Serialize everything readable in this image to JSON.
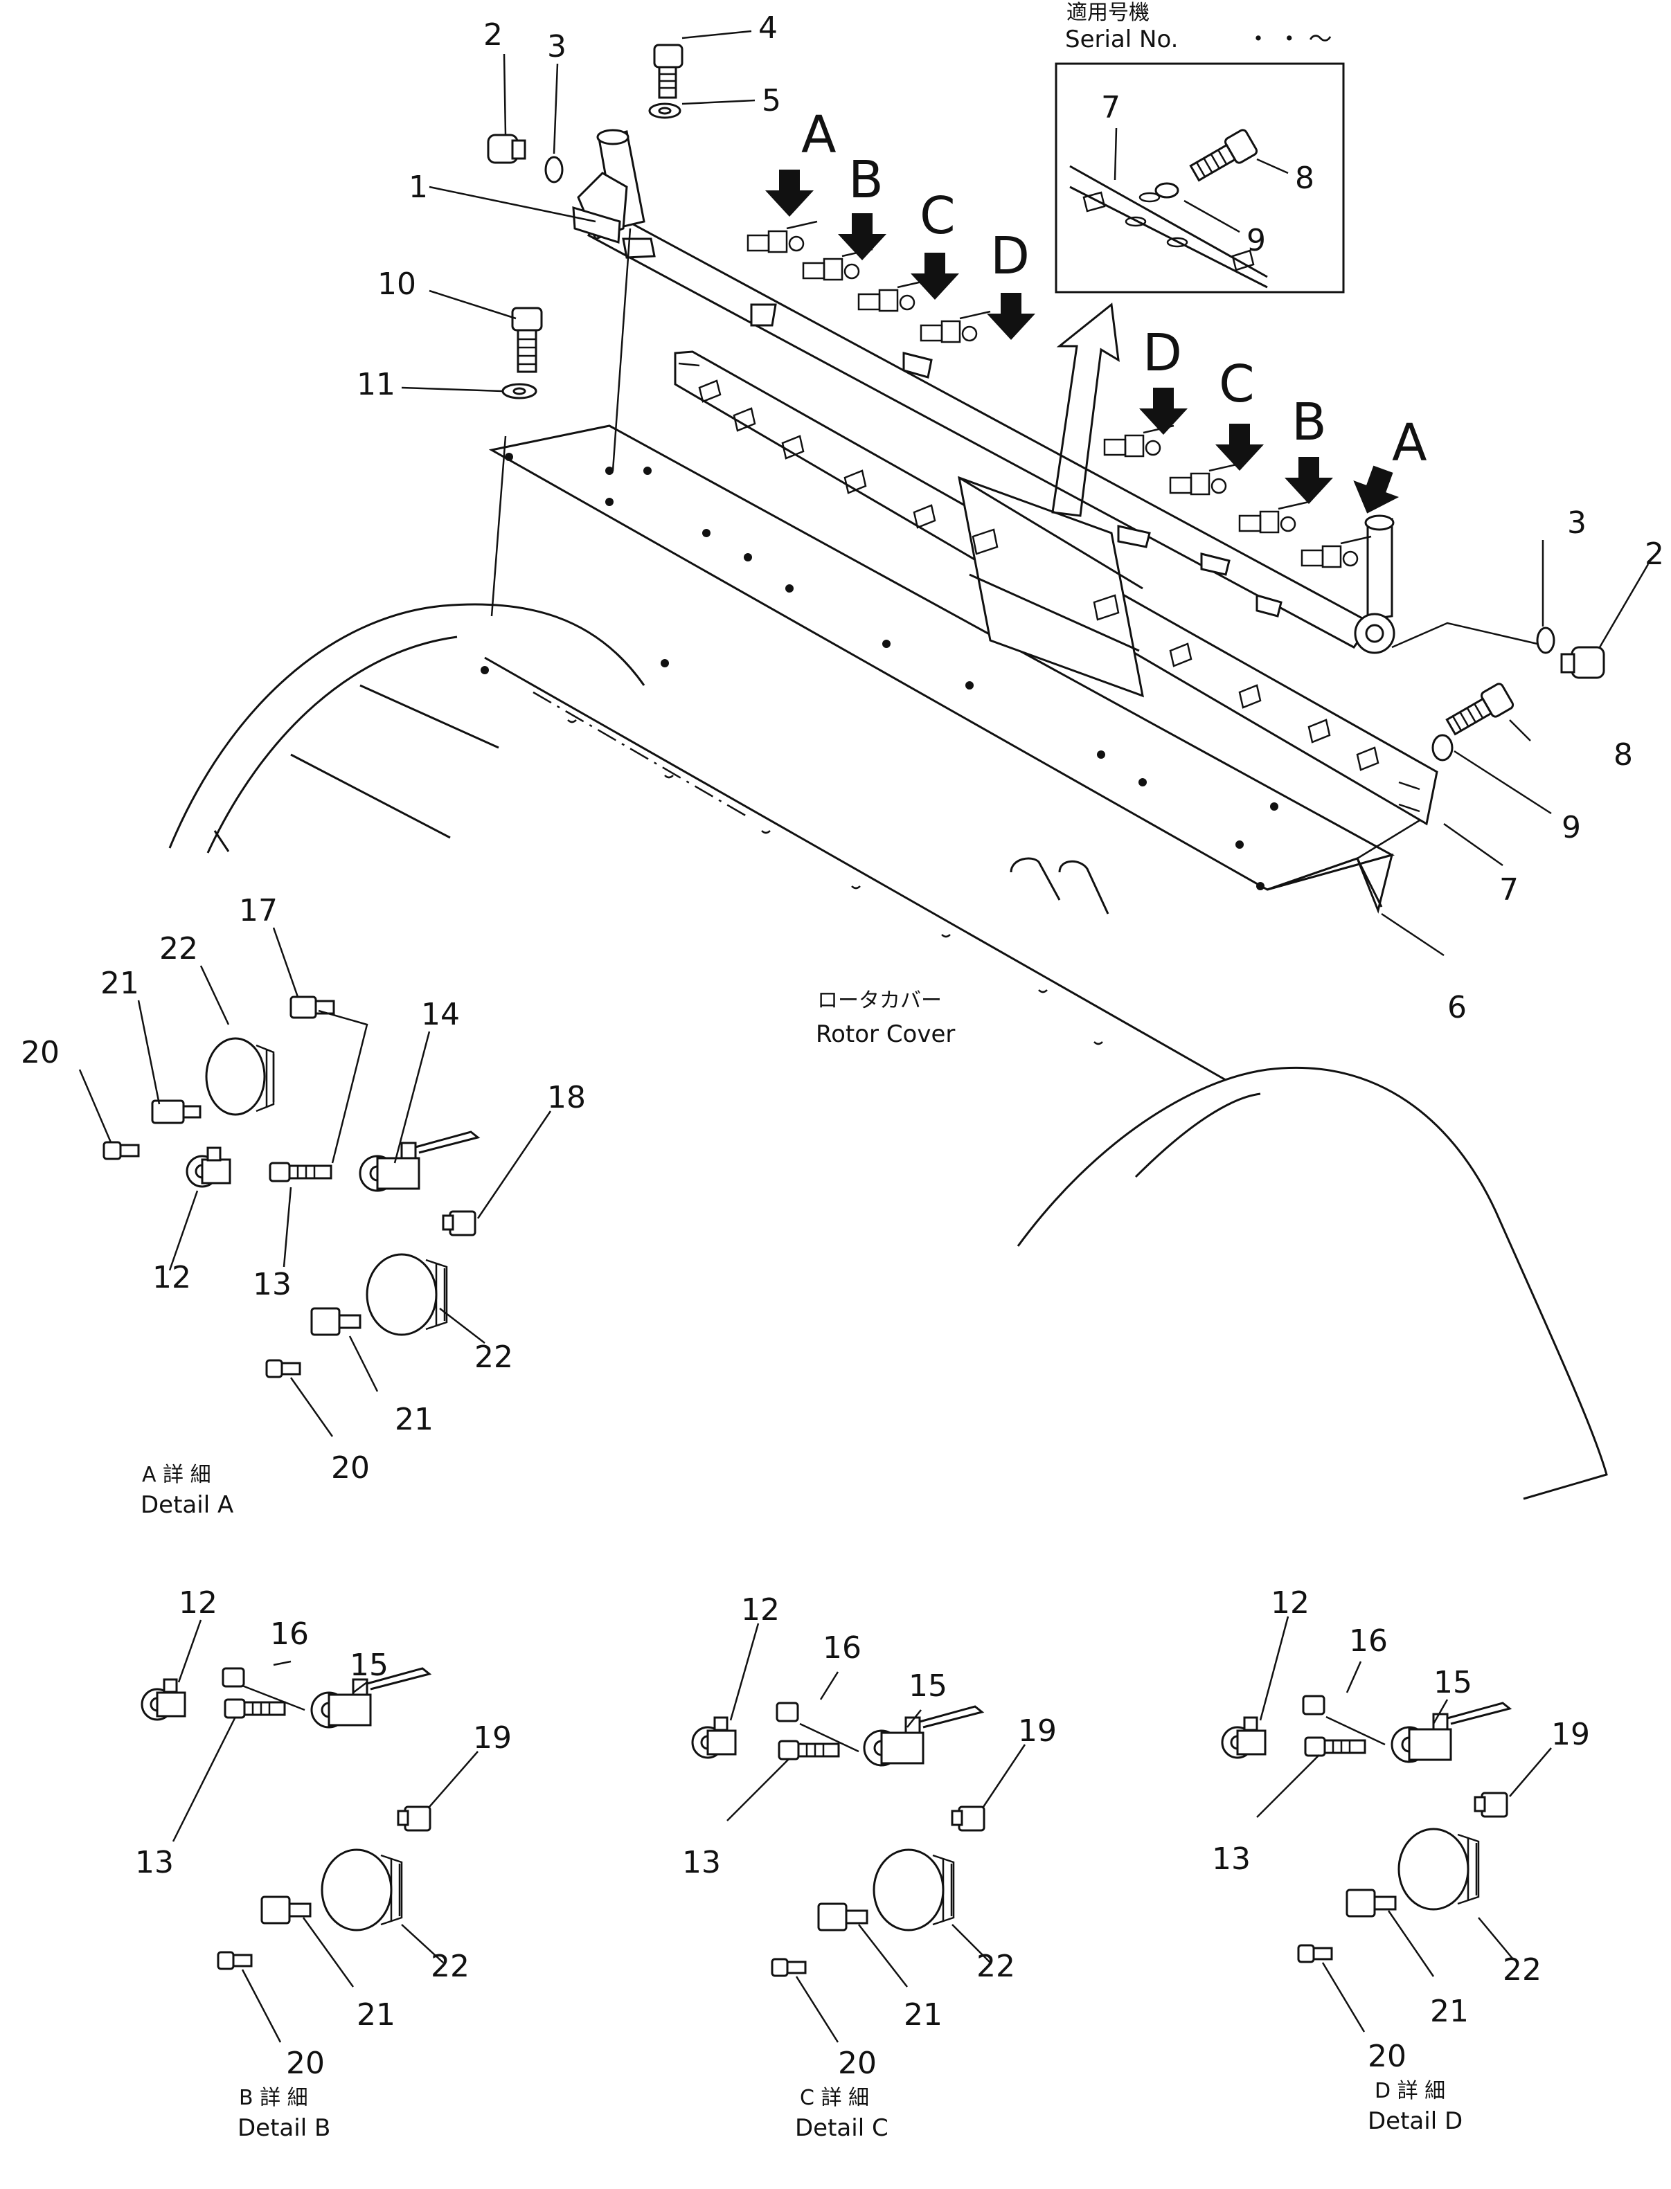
{
  "serial_box": {
    "label_jp": "適用号機",
    "label_en": "Serial  No.",
    "range_marks": "・ ・ ～"
  },
  "rotor_cover": {
    "jp": "ロータカバー",
    "en": "Rotor Cover"
  },
  "nozzle_letters": [
    "A",
    "B",
    "C",
    "D",
    "D",
    "C",
    "B",
    "A"
  ],
  "main_callouts": [
    "1",
    "2",
    "3",
    "4",
    "5",
    "10",
    "11",
    "2",
    "3",
    "8",
    "9",
    "7",
    "6"
  ],
  "inset_callouts": [
    "7",
    "8",
    "9"
  ],
  "detail_a": {
    "title_jp": "A 詳 細",
    "title_en": "Detail  A",
    "callouts": [
      "17",
      "22",
      "21",
      "20",
      "14",
      "18",
      "12",
      "13",
      "22",
      "21",
      "20"
    ]
  },
  "detail_b": {
    "title_jp": "B 詳 細",
    "title_en": "Detail  B",
    "callouts": [
      "12",
      "16",
      "15",
      "19",
      "13",
      "22",
      "21",
      "20"
    ]
  },
  "detail_c": {
    "title_jp": "C 詳 細",
    "title_en": "Detail  C",
    "callouts": [
      "12",
      "16",
      "15",
      "19",
      "13",
      "22",
      "21",
      "20"
    ]
  },
  "detail_d": {
    "title_jp": "D 詳 細",
    "title_en": "Detail  D",
    "callouts": [
      "12",
      "16",
      "15",
      "19",
      "13",
      "22",
      "21",
      "20"
    ]
  }
}
